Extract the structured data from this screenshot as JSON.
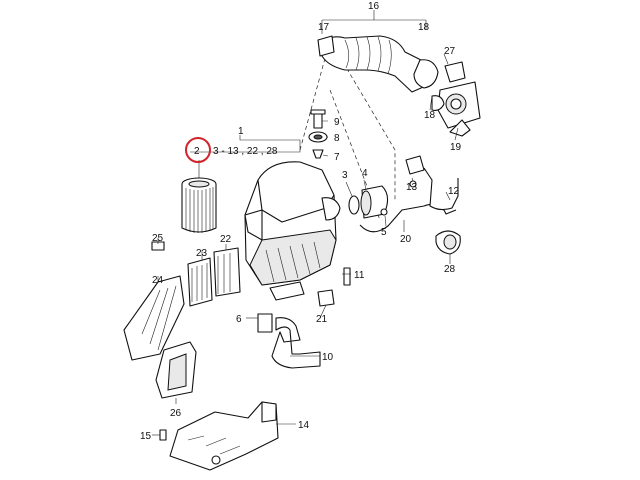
{
  "highlight_color": "#d2232a",
  "callouts": {
    "c1": "1",
    "c2": "2",
    "c2_refs": "3 - 13 , 22 , 28",
    "c3": "3",
    "c4": "4",
    "c5": "5",
    "c6": "6",
    "c7": "7",
    "c8": "8",
    "c9": "9",
    "c10": "10",
    "c11": "11",
    "c12": "12",
    "c13": "13",
    "c14": "14",
    "c15": "15",
    "c16": "16",
    "c17": "17",
    "c18a": "18",
    "c18b": "18",
    "c19": "19",
    "c20": "20",
    "c21": "21",
    "c22": "22",
    "c23": "23",
    "c24": "24",
    "c25": "25",
    "c26": "26",
    "c27": "27",
    "c28": "28"
  }
}
